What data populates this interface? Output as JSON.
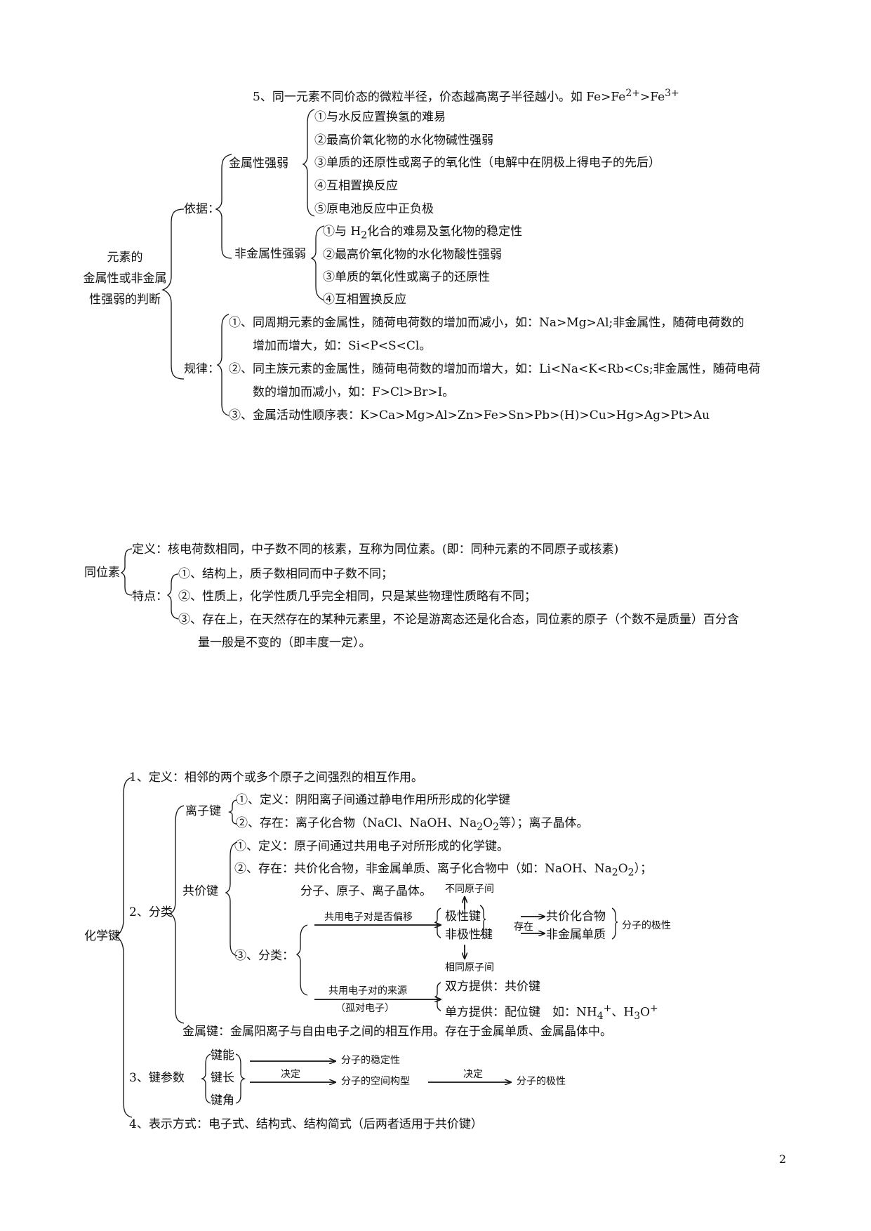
{
  "top": {
    "note5": {
      "main": "5、同一元素不同价态的微粒半径，价态越高离子半径越小。如 Fe>Fe",
      "sup1": "2+",
      "mid": ">Fe",
      "sup2": "3+"
    },
    "root": [
      "元素的",
      "金属性或非金属",
      "性强弱的判断"
    ],
    "basis_label": "依据：",
    "metal_label": "金属性强弱",
    "metal_items": [
      "①与水反应置换氢的难易",
      "②最高价氧化物的水化物碱性强弱",
      "③单质的还原性或离子的氧化性（电解中在阴极上得电子的先后）",
      "④互相置换反应",
      "⑤原电池反应中正负极"
    ],
    "nonmetal_label": "非金属性强弱",
    "nonmetal_item1": {
      "a": "①与 H",
      "sub": "2",
      "b": "化合的难易及氢化物的稳定性"
    },
    "nonmetal_items": [
      "②最高价氧化物的水化物酸性强弱",
      "③单质的氧化性或离子的还原性",
      "④互相置换反应"
    ],
    "rule_label": "规律：",
    "rules": [
      "①、同周期元素的金属性，随荷电荷数的增加而减小，如：Na>Mg>Al;非金属性，随荷电荷数的",
      "增加而增大，如：Si<P<S<Cl。",
      "②、同主族元素的金属性，随荷电荷数的增加而增大，如：Li<Na<K<Rb<Cs;非金属性，随荷电荷",
      "数的增加而减小，如：F>Cl>Br>I。",
      "③、金属活动性顺序表：K>Ca>Mg>Al>Zn>Fe>Sn>Pb>(H)>Cu>Hg>Ag>Pt>Au"
    ]
  },
  "isotope": {
    "root": "同位素",
    "definition": "定义：核电荷数相同，中子数不同的核素，互称为同位素。(即：同种元素的不同原子或核素)",
    "features_label": "特点：",
    "features": [
      "①、结构上，质子数相同而中子数不同；",
      "②、性质上，化学性质几乎完全相同，只是某些物理性质略有不同；",
      "③、存在上，在天然存在的某种元素里，不论是游离态还是化合态，同位素的原子（个数不是质量）百分含",
      "量一般是不变的（即丰度一定）。"
    ]
  },
  "bond": {
    "root": "化学键",
    "item1": "1、定义：相邻的两个或多个原子之间强烈的相互作用。",
    "item2": "2、分类",
    "ionic_label": "离子键",
    "ionic_def": "①、定义：阴阳离子间通过静电作用所形成的化学键",
    "ionic_exist": {
      "a": "②、存在：离子化合物（NaCl、NaOH、Na",
      "s1": "2",
      "b": "O",
      "s2": "2",
      "c": "等）；离子晶体。"
    },
    "covalent_label": "共价键",
    "cov_def": "①、定义：原子间通过共用电子对所形成的化学键。",
    "cov_exist": {
      "a": "②、存在：共价化合物，非金属单质、离子化合物中（如：NaOH、Na",
      "s1": "2",
      "b": "O",
      "s2": "2",
      "c": "）；"
    },
    "cov_exist2": "分子、原子、离子晶体。",
    "cov_class": "③、分类：",
    "diff_atoms": "不同原子间",
    "shift_label": "共用电子对是否偏移",
    "polar": "极性键",
    "nonpolar": "非极性键",
    "exist_word": "存在",
    "cov_compound": "共价化合物",
    "nonmetal_simple": "非金属单质",
    "mol_polarity": "分子的极性",
    "same_atoms": "相同原子间",
    "source_label": "共用电子对的来源",
    "lone_pair": "（孤对电子）",
    "both_provide": "双方提供：共价键",
    "one_provide": {
      "a": "单方提供：配位键　如：NH",
      "s1": "4",
      "p1": "+",
      "b": "、H",
      "s2": "3",
      "c": "O",
      "p2": "+"
    },
    "metallic": "金属键：金属阳离子与自由电子之间的相互作用。存在于金属单质、金属晶体中。",
    "item3": "3、键参数",
    "params": [
      "键能",
      "键长",
      "键角"
    ],
    "decide1": "决定",
    "stability": "分子的稳定性",
    "geometry": "分子的空间构型",
    "decide2": "决定",
    "mol_polarity2": "分子的极性",
    "item4": "4、表示方式：电子式、结构式、结构简式（后两者适用于共价键）"
  },
  "page_number": "2"
}
